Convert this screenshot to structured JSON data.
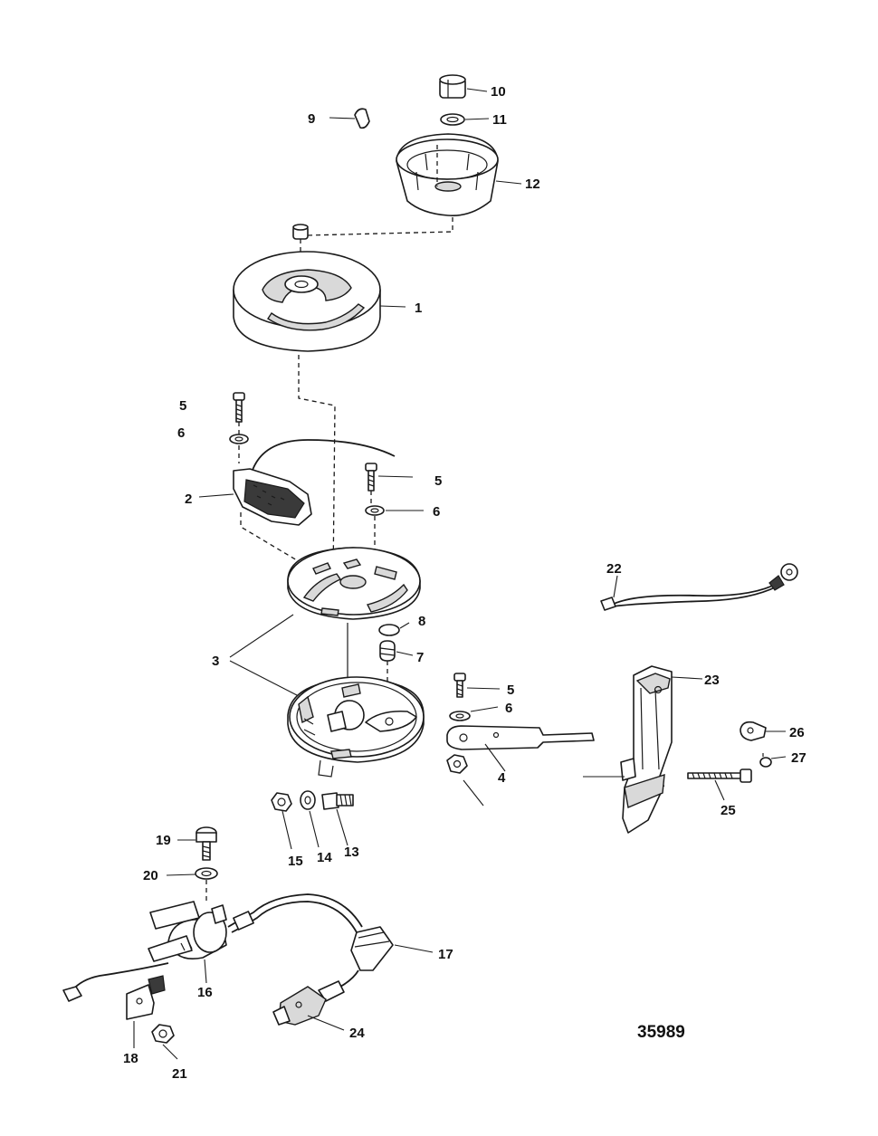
{
  "figure_number": "35989",
  "callouts": [
    {
      "id": "c10",
      "label": "10"
    },
    {
      "id": "c9",
      "label": "9"
    },
    {
      "id": "c11",
      "label": "11"
    },
    {
      "id": "c12",
      "label": "12"
    },
    {
      "id": "c1",
      "label": "1"
    },
    {
      "id": "c5a",
      "label": "5"
    },
    {
      "id": "c6a",
      "label": "6"
    },
    {
      "id": "c5b",
      "label": "5"
    },
    {
      "id": "c2",
      "label": "2"
    },
    {
      "id": "c6b",
      "label": "6"
    },
    {
      "id": "c22",
      "label": "22"
    },
    {
      "id": "c8",
      "label": "8"
    },
    {
      "id": "c3",
      "label": "3"
    },
    {
      "id": "c7",
      "label": "7"
    },
    {
      "id": "c5c",
      "label": "5"
    },
    {
      "id": "c23",
      "label": "23"
    },
    {
      "id": "c6c",
      "label": "6"
    },
    {
      "id": "c26",
      "label": "26"
    },
    {
      "id": "c27",
      "label": "27"
    },
    {
      "id": "c4",
      "label": "4"
    },
    {
      "id": "c25",
      "label": "25"
    },
    {
      "id": "c15",
      "label": "15"
    },
    {
      "id": "c14",
      "label": "14"
    },
    {
      "id": "c13",
      "label": "13"
    },
    {
      "id": "c19",
      "label": "19"
    },
    {
      "id": "c20",
      "label": "20"
    },
    {
      "id": "c17",
      "label": "17"
    },
    {
      "id": "c16",
      "label": "16"
    },
    {
      "id": "c24",
      "label": "24"
    },
    {
      "id": "c18",
      "label": "18"
    },
    {
      "id": "c21",
      "label": "21"
    }
  ]
}
